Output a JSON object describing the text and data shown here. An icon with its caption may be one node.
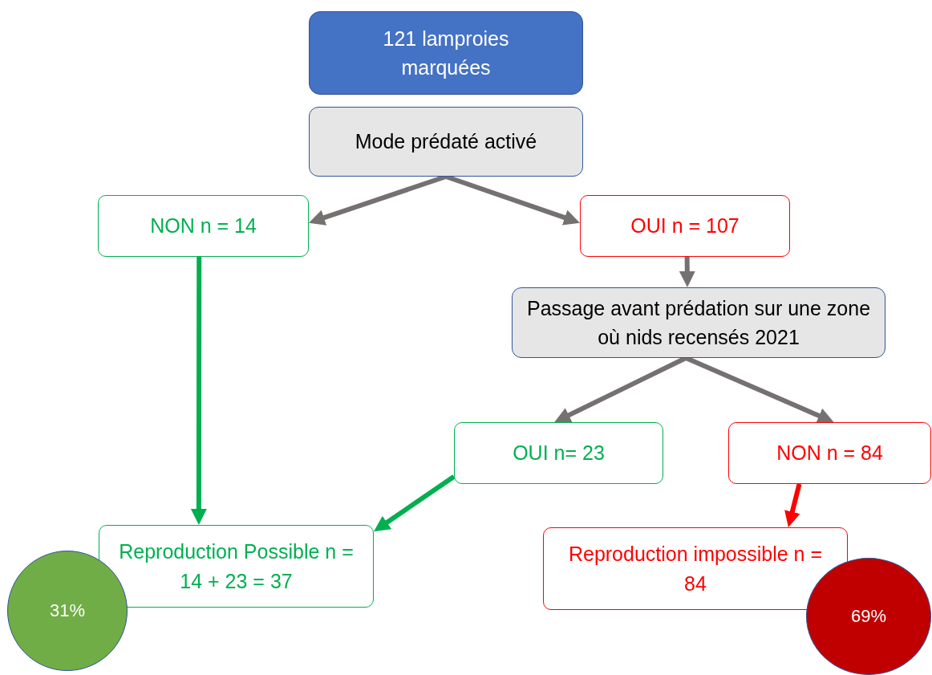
{
  "diagram": {
    "nodes": [
      {
        "text": [
          "121 lamproies marquées"
        ]
      },
      {
        "text": [
          "Mode prédaté activé"
        ]
      },
      {
        "text": [
          "NON n = 14"
        ]
      },
      {
        "text": [
          "OUI n = 107"
        ]
      },
      {
        "text": [
          "Passage avant prédation sur une zone où nids recensés 2021"
        ]
      },
      {
        "text": [
          "OUI n= 23"
        ]
      },
      {
        "text": [
          "NON n = 84"
        ]
      },
      {
        "text": [
          "Reproduction Possible n = 14 + 23 = 37"
        ]
      },
      {
        "text": [
          "Reproduction impossible n = 84"
        ]
      },
      {
        "text": [
          "31%"
        ]
      },
      {
        "text": [
          "69%"
        ]
      }
    ],
    "edges": [
      {
        "from": 1,
        "to": 2,
        "arrow": "to"
      },
      {
        "from": 1,
        "to": 3,
        "arrow": "to"
      },
      {
        "from": 3,
        "to": 4,
        "arrow": "to"
      },
      {
        "from": 4,
        "to": 5,
        "arrow": "to"
      },
      {
        "from": 4,
        "to": 6,
        "arrow": "to"
      },
      {
        "from": 2,
        "to": 7,
        "arrow": "to",
        "color": "#00b050"
      },
      {
        "from": 5,
        "to": 7,
        "arrow": "to",
        "color": "#00b050"
      },
      {
        "from": 6,
        "to": 8,
        "arrow": "to",
        "color": "#ff0000"
      }
    ]
  }
}
